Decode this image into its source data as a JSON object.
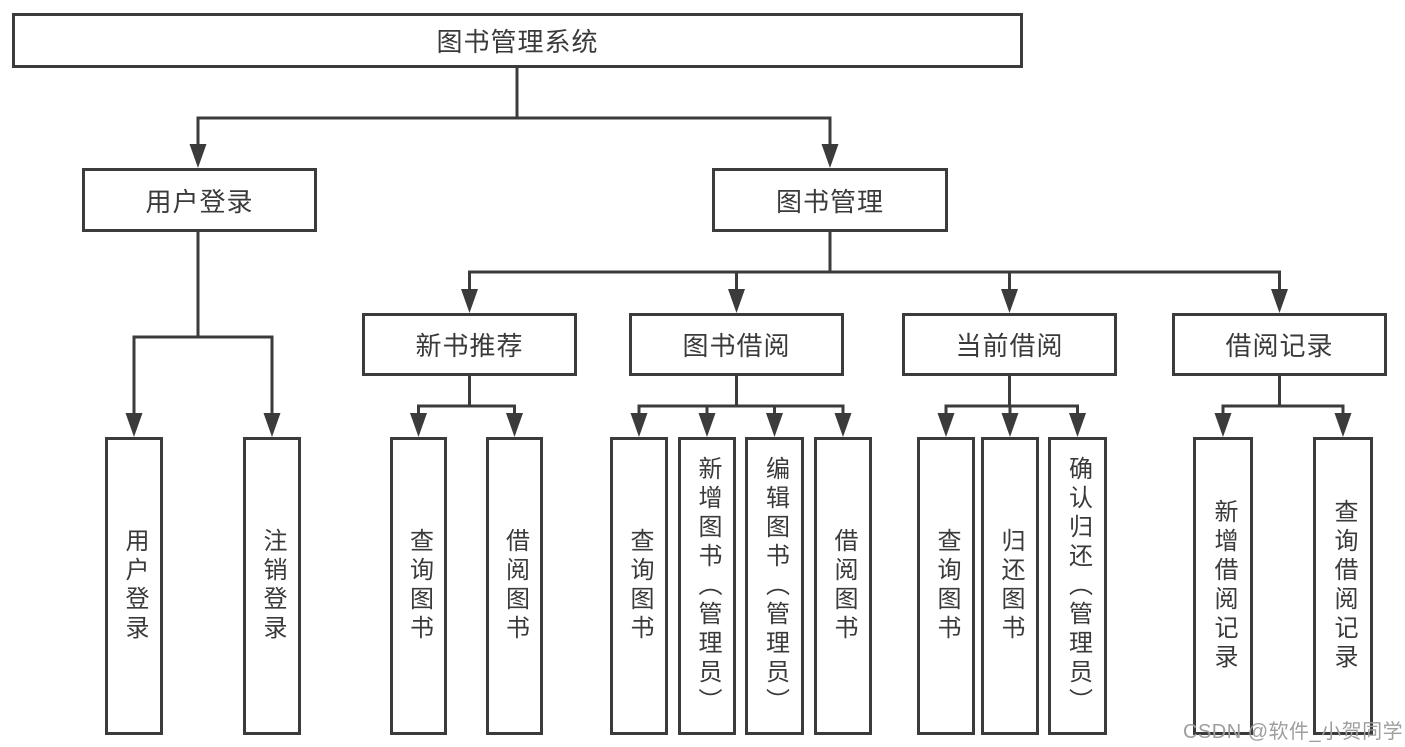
{
  "diagram": {
    "title": "图书管理系统",
    "tree": {
      "root": {
        "label": "图书管理系统",
        "children": [
          {
            "label": "用户登录",
            "children": [
              {
                "label": "用户登录"
              },
              {
                "label": "注销登录"
              }
            ]
          },
          {
            "label": "图书管理",
            "children": [
              {
                "label": "新书推荐",
                "children": [
                  {
                    "label": "查询图书"
                  },
                  {
                    "label": "借阅图书"
                  }
                ]
              },
              {
                "label": "图书借阅",
                "children": [
                  {
                    "label": "查询图书"
                  },
                  {
                    "label": "新增图书（管理员）"
                  },
                  {
                    "label": "编辑图书（管理员）"
                  },
                  {
                    "label": "借阅图书"
                  }
                ]
              },
              {
                "label": "当前借阅",
                "children": [
                  {
                    "label": "查询图书"
                  },
                  {
                    "label": "归还图书"
                  },
                  {
                    "label": "确认归还（管理员）"
                  }
                ]
              },
              {
                "label": "借阅记录",
                "children": [
                  {
                    "label": "新增借阅记录"
                  },
                  {
                    "label": "查询借阅记录"
                  }
                ]
              }
            ]
          }
        ]
      }
    },
    "colors": {
      "line": "#3b3b3b",
      "box_fill": "#ffffff",
      "text": "#3a3a3a",
      "background": "#ffffff",
      "watermark": "#9e9e9e"
    }
  },
  "watermark": {
    "text": "CSDN @软件_小贺同学"
  }
}
